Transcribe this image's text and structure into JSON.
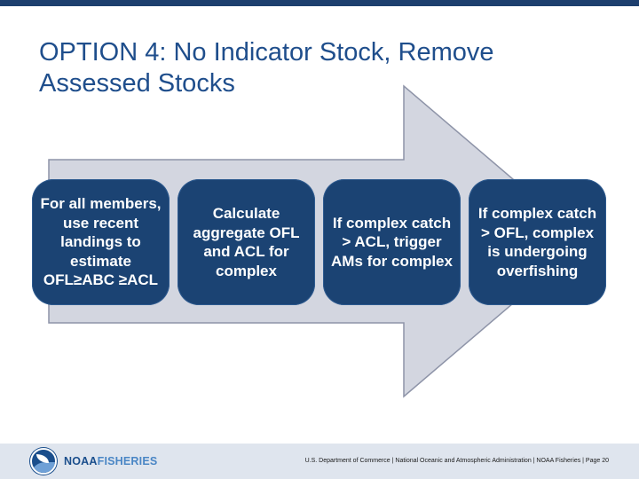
{
  "slide": {
    "title_line1": "OPTION 4: No Indicator Stock, Remove",
    "title_line2": "Assessed Stocks"
  },
  "steps": [
    {
      "text": "For all members, use recent landings to estimate OFL≥ABC ≥ACL"
    },
    {
      "text": "Calculate aggregate OFL and ACL for complex"
    },
    {
      "text": "If complex catch > ACL, trigger AMs for complex"
    },
    {
      "text": "If complex catch > OFL, complex is undergoing overfishing"
    }
  ],
  "footer": {
    "logo_noaa": "NOAA",
    "logo_fisheries": "FISHERIES",
    "note": "U.S. Department of Commerce | National Oceanic and Atmospheric Administration | NOAA Fisheries | Page 20"
  },
  "colors": {
    "topbar": "#1d3f6e",
    "title": "#1f4e8c",
    "arrow_fill": "#d3d6e0",
    "step_fill": "#1b4373",
    "footer_bg": "#dfe5ee"
  }
}
